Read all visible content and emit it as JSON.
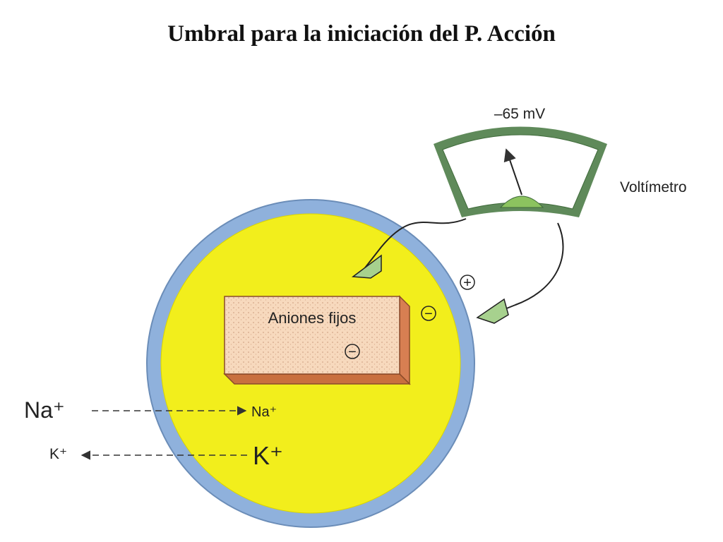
{
  "title": "Umbral para la iniciación del P. Acción",
  "voltmeter": {
    "reading": "–65 mV",
    "label": "Voltímetro"
  },
  "cell": {
    "block_label": "Aniones fijos",
    "plus_sign": "+",
    "minus_sign": "−"
  },
  "ions": {
    "na_outside": "Na⁺",
    "na_inside": "Na⁺",
    "k_outside": "K⁺",
    "k_inside": "K⁺"
  },
  "colors": {
    "cytoplasm": "#f2ee1c",
    "membrane": "#8fb1dc",
    "meter_frame": "#5f8a5a",
    "meter_face": "#ffffff",
    "arrow_fill": "#a7d18e",
    "block": "#f7d9bd",
    "block_side": "#d77f52"
  }
}
